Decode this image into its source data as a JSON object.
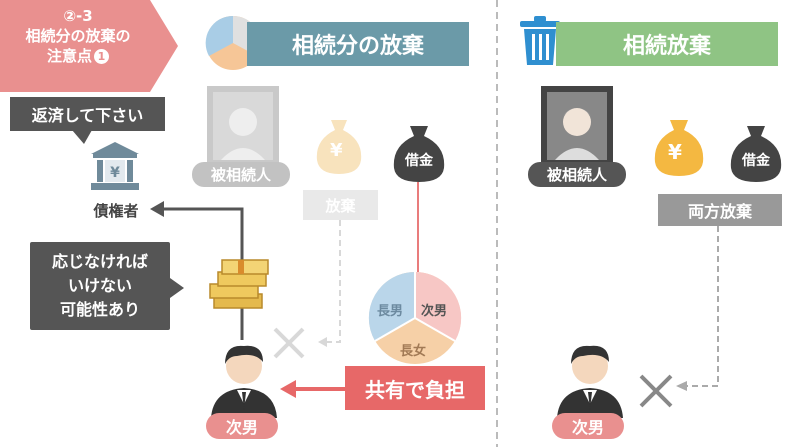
{
  "badge": {
    "number": "②-3",
    "line1": "相続分の放棄の",
    "line2": "注意点",
    "circle_num": "1",
    "color": "#e9908f"
  },
  "left": {
    "title": "相続分の放棄",
    "title_color": "#6b9aa8",
    "decedent_label": "被相続人",
    "asset_symbol": "¥",
    "asset_label": "放棄",
    "debt_label": "借金",
    "speech": "返済して下さい",
    "creditor_label": "債権者",
    "callout": [
      "応じなければ",
      "いけない",
      "可能性あり"
    ],
    "pie_labels": {
      "eldest_son": "長男",
      "second_son": "次男",
      "eldest_daughter": "長女"
    },
    "shared_label": "共有で負担",
    "heir_label": "次男"
  },
  "right": {
    "title": "相続放棄",
    "title_color": "#8fc484",
    "decedent_label": "被相続人",
    "asset_symbol": "¥",
    "debt_label": "借金",
    "renounce_label": "両方放棄",
    "heir_label": "次男"
  },
  "colors": {
    "pink": "#e97c7c",
    "dark": "#555555",
    "grey": "#999999",
    "gold": "#f4b841",
    "blue": "#2f8fd0"
  }
}
